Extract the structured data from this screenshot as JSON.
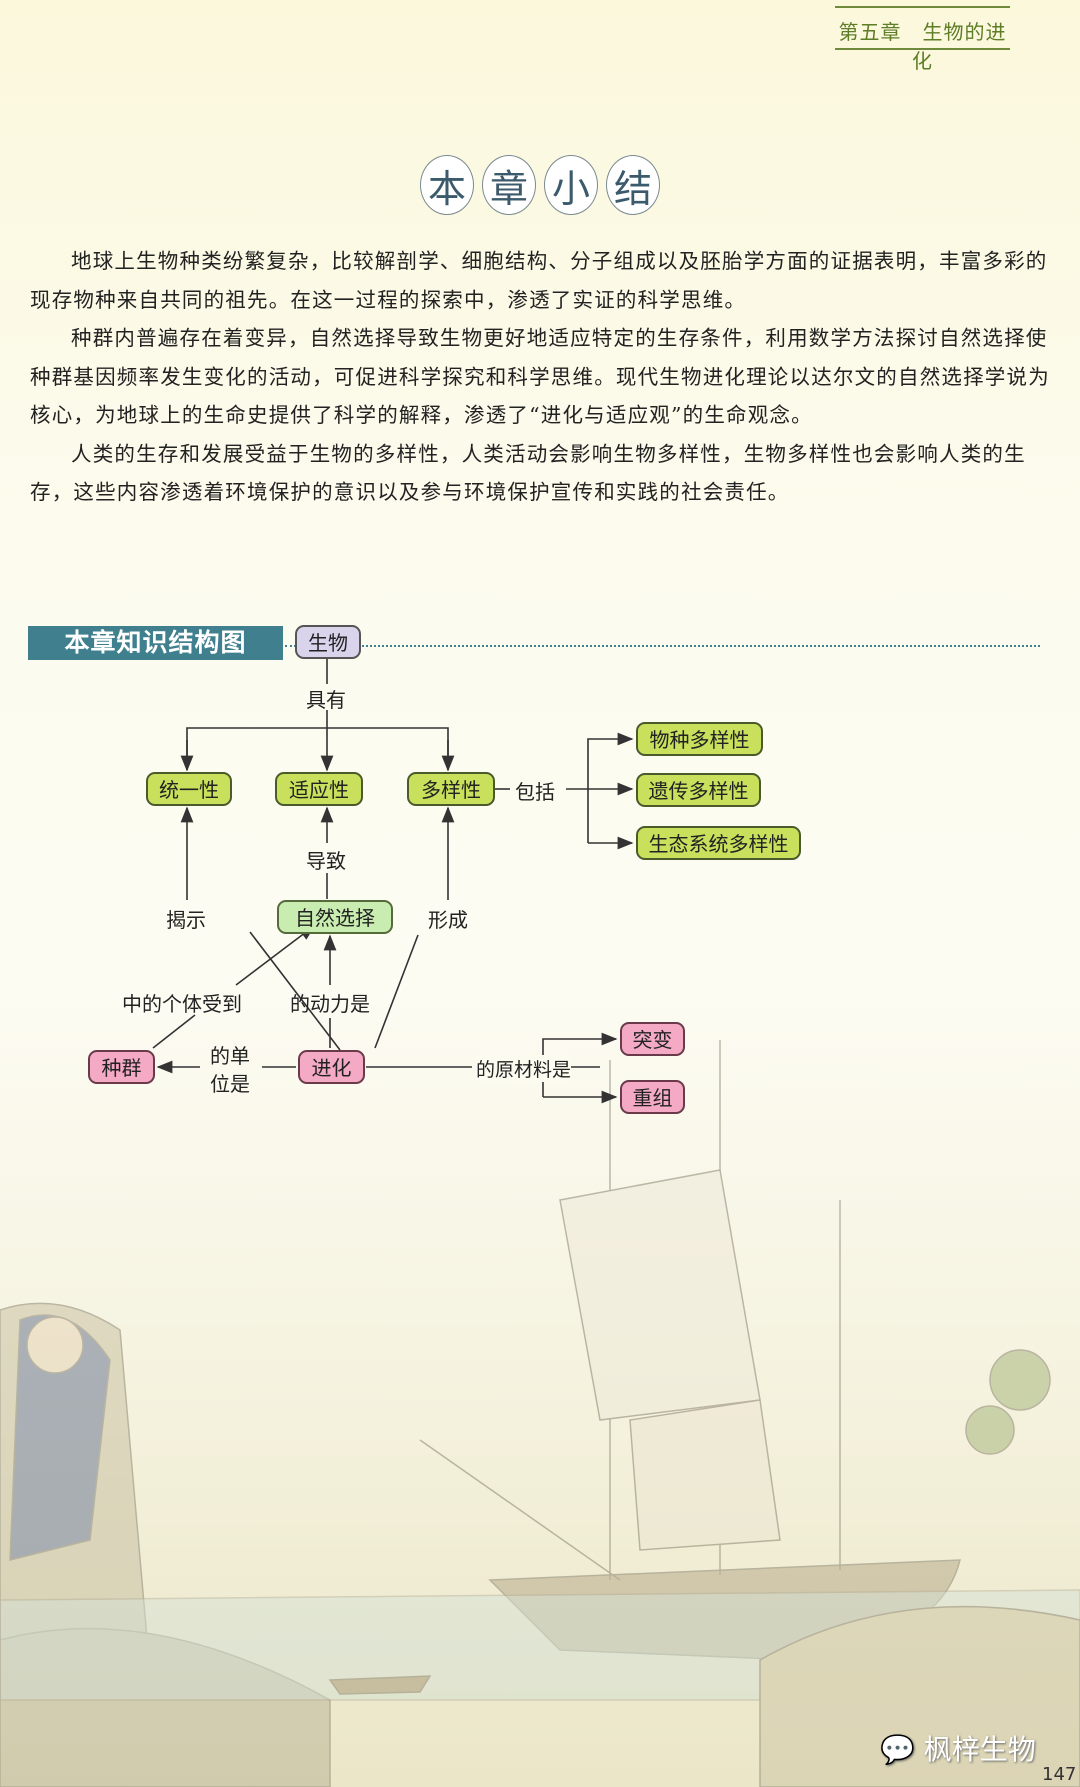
{
  "header": {
    "chapter": "第五章　生物的进化"
  },
  "title_chars": [
    "本",
    "章",
    "小",
    "结"
  ],
  "paragraphs": [
    "地球上生物种类纷繁复杂，比较解剖学、细胞结构、分子组成以及胚胎学方面的证据表明，丰富多彩的现存物种来自共同的祖先。在这一过程的探索中，渗透了实证的科学思维。",
    "种群内普遍存在着变异，自然选择导致生物更好地适应特定的生存条件，利用数学方法探讨自然选择使种群基因频率发生变化的活动，可促进科学探究和科学思维。现代生物进化理论以达尔文的自然选择学说为核心，为地球上的生命史提供了科学的解释，渗透了“进化与适应观”的生命观念。",
    "人类的生存和发展受益于生物的多样性，人类活动会影响生物多样性，生物多样性也会影响人类的生存，这些内容渗透着环境保护的意识以及参与环境保护宣传和实践的社会责任。"
  ],
  "section_title": "本章知识结构图",
  "diagram": {
    "nodes": {
      "organism": "生物",
      "unity": "统一性",
      "adaptability": "适应性",
      "diversity": "多样性",
      "species_div": "物种多样性",
      "genetic_div": "遗传多样性",
      "eco_div": "生态系统多样性",
      "natural_selection": "自然选择",
      "population": "种群",
      "evolution": "进化",
      "mutation": "突变",
      "recombination": "重组"
    },
    "labels": {
      "has": "具有",
      "includes": "包括",
      "leads_to": "导致",
      "reveals": "揭示",
      "forms": "形成",
      "individuals_in": "中的个体受到",
      "driving_force": "的动力是",
      "unit_1": "的单",
      "unit_2": "位是",
      "raw_material": "的原材料是"
    }
  },
  "watermark": "枫梓生物",
  "page_number": "147"
}
